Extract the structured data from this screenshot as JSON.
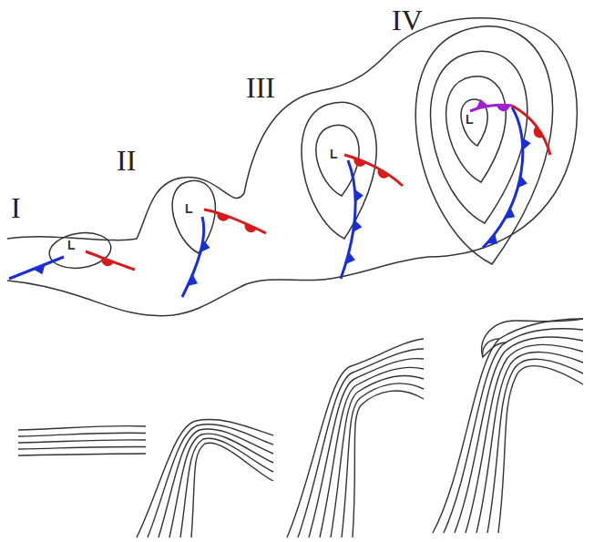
{
  "diagram": {
    "labels": [
      "I",
      "II",
      "III",
      "IV",
      "L",
      "L",
      "L",
      "L"
    ]
  }
}
